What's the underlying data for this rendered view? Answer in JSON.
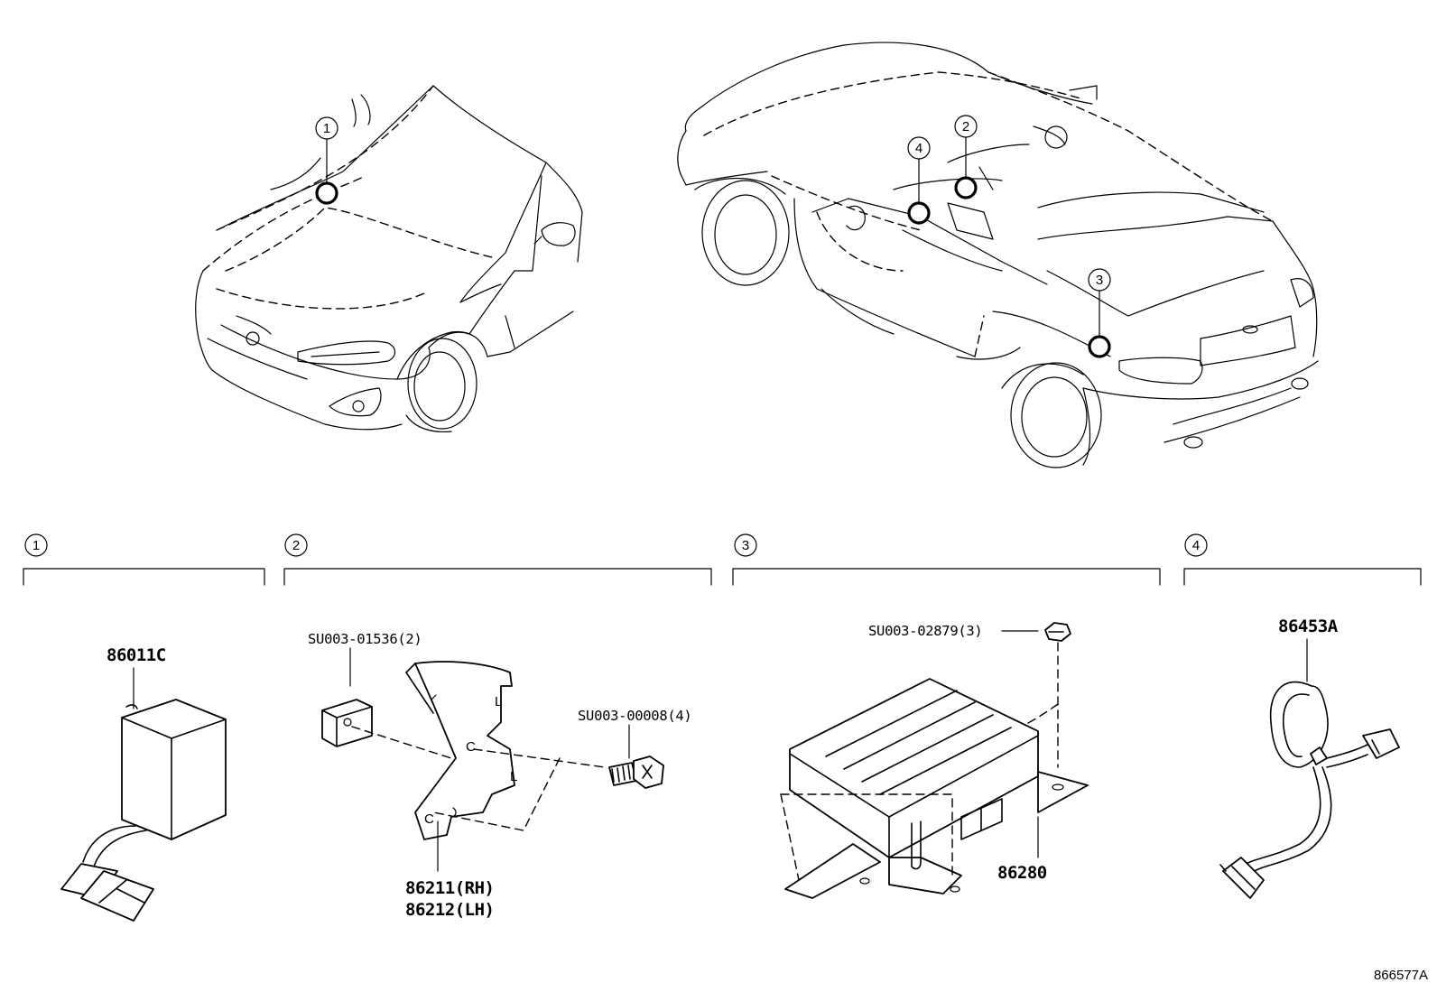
{
  "diagram": {
    "callouts": {
      "front_car": [
        "1"
      ],
      "rear_car": [
        "2",
        "4",
        "3"
      ]
    },
    "sections": [
      {
        "number": "1",
        "parts": [
          "86011C"
        ]
      },
      {
        "number": "2",
        "parts": [
          "SU003-01536(2)",
          "SU003-00008(4)",
          "86211(RH)",
          "86212(LH)"
        ]
      },
      {
        "number": "3",
        "parts": [
          "SU003-02879(3)",
          "86280"
        ]
      },
      {
        "number": "4",
        "parts": [
          "86453A"
        ]
      }
    ],
    "reference": "866577A"
  }
}
